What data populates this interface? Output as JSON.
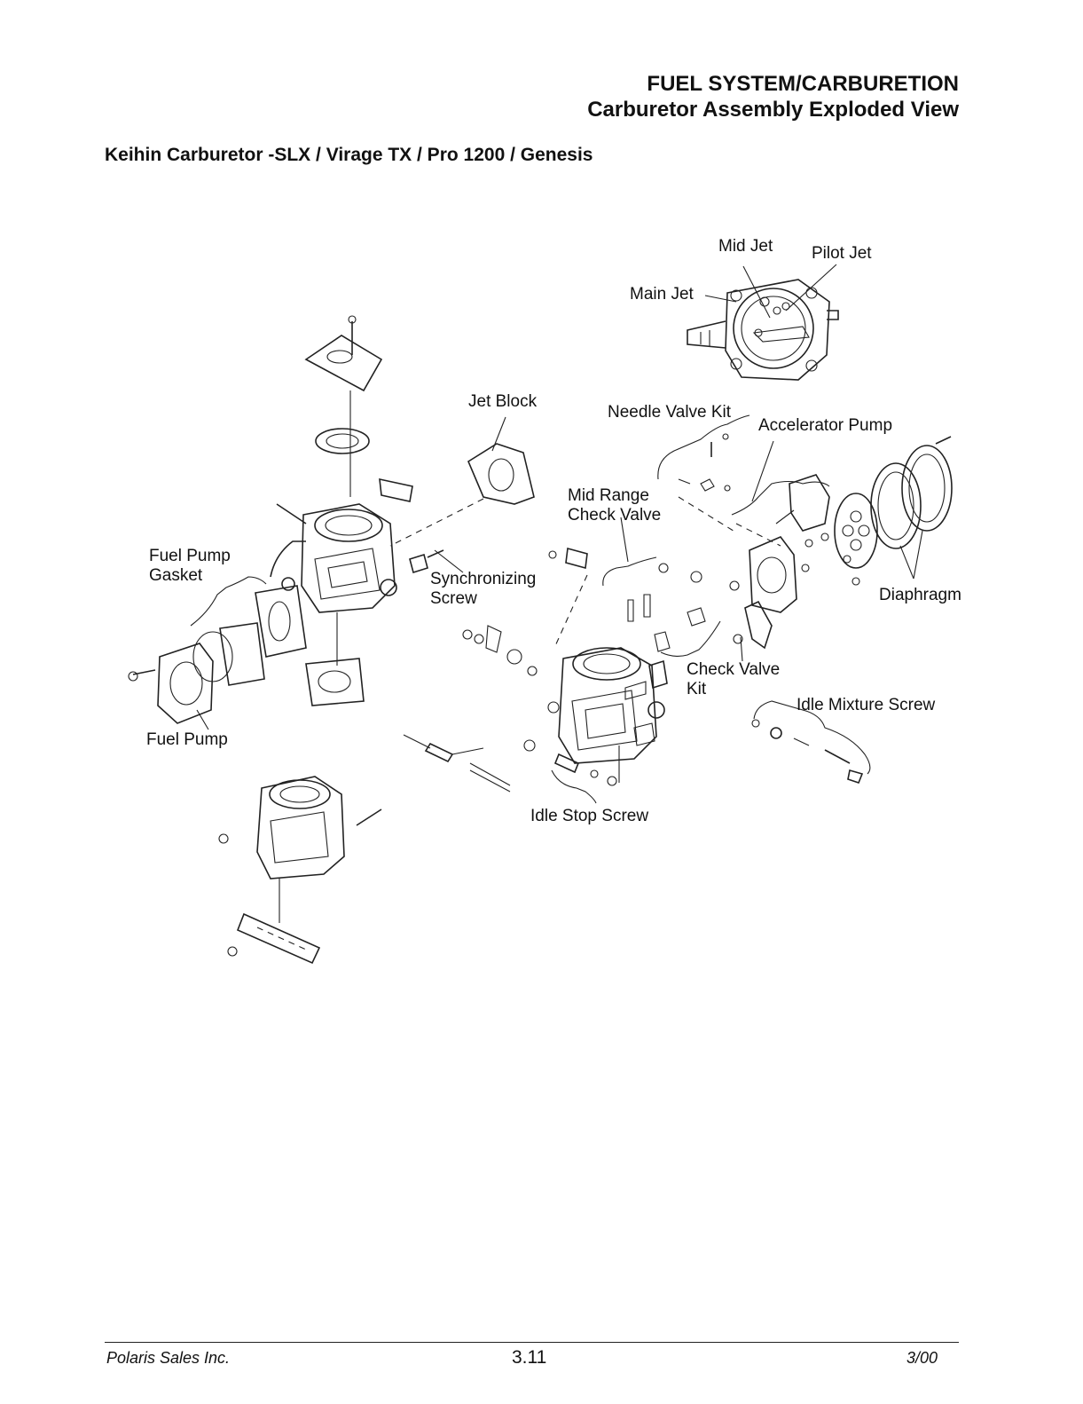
{
  "header": {
    "section": "FUEL SYSTEM/CARBURETION",
    "title": "Carburetor Assembly Exploded View"
  },
  "subtitle": "Keihin Carburetor -SLX / Virage TX / Pro 1200 / Genesis",
  "labels": {
    "mid_jet": "Mid Jet",
    "pilot_jet": "Pilot Jet",
    "main_jet": "Main Jet",
    "jet_block": "Jet Block",
    "needle_valve_kit": "Needle Valve Kit",
    "accelerator_pump": "Accelerator Pump",
    "mid_range_check_valve_1": "Mid Range",
    "mid_range_check_valve_2": "Check Valve",
    "fuel_pump_gasket_1": "Fuel Pump",
    "fuel_pump_gasket_2": "Gasket",
    "synchronizing_screw_1": "Synchronizing",
    "synchronizing_screw_2": "Screw",
    "diaphragm": "Diaphragm",
    "check_valve_kit_1": "Check Valve",
    "check_valve_kit_2": "Kit",
    "idle_mixture_screw": "Idle Mixture Screw",
    "fuel_pump": "Fuel Pump",
    "idle_stop_screw": "Idle Stop Screw"
  },
  "footer": {
    "company": "Polaris Sales Inc.",
    "page": "3.11",
    "date": "3/00"
  }
}
